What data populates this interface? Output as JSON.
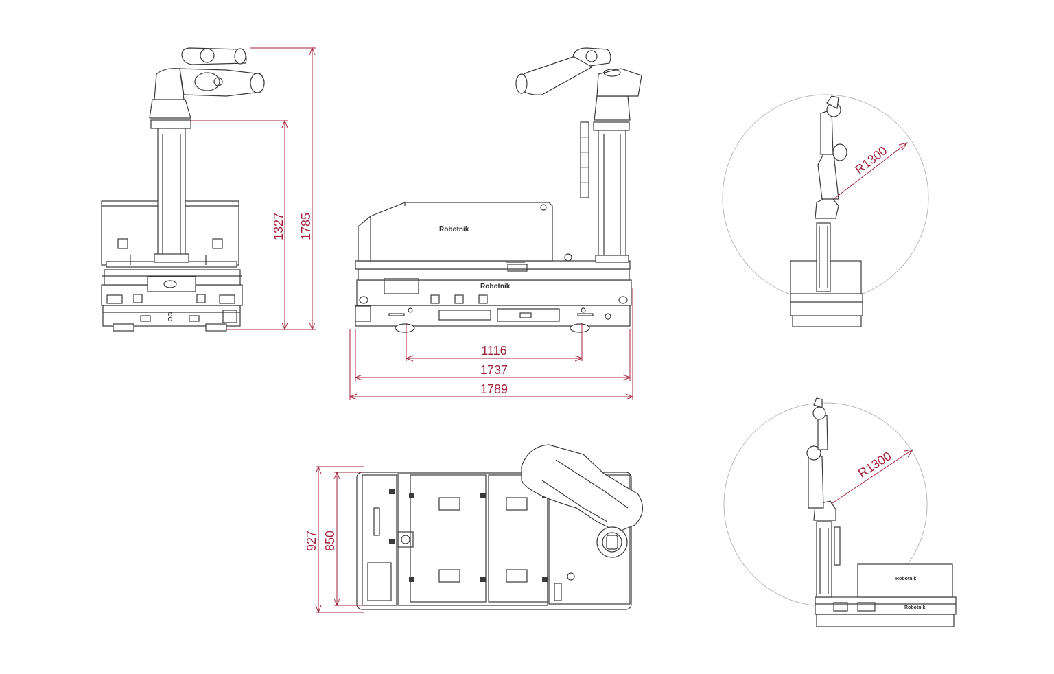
{
  "colors": {
    "dimension": "#a3233e",
    "line": "#3a3a3a",
    "reach_circle": "#b9b9b9"
  },
  "brand": {
    "logo_text": "Robotnik"
  },
  "front_view": {
    "height_mast": "1327",
    "height_total": "1785"
  },
  "side_view": {
    "wheelbase": "1116",
    "length_body": "1737",
    "length_total": "1789"
  },
  "top_view": {
    "width_total": "927",
    "width_body": "850"
  },
  "reach_views": {
    "radius_upper": "R1300",
    "radius_lower": "R1300"
  }
}
